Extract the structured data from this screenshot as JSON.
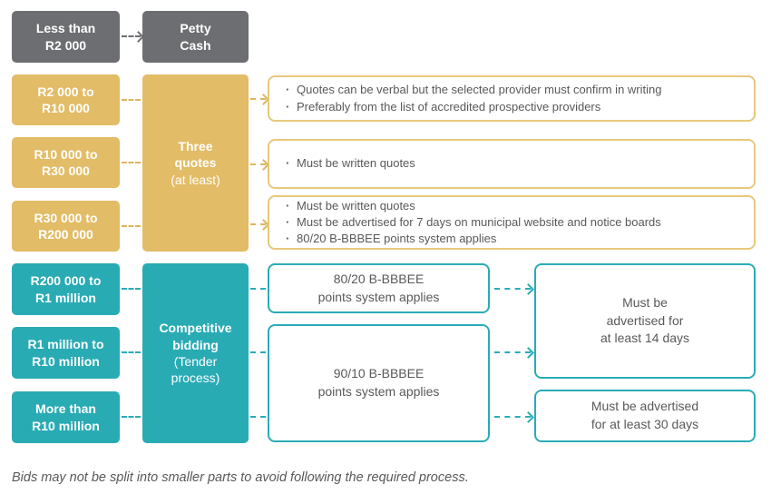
{
  "colors": {
    "gray": "#6d6e71",
    "gold": "#e2bc66",
    "gold_border": "#e8c87c",
    "teal": "#29abb4",
    "note_text": "#58595b",
    "white": "#ffffff"
  },
  "top": {
    "range": "Less than\nR2 000",
    "process": "Petty\nCash"
  },
  "quotes": {
    "ranges": [
      {
        "label": "R2 000 to\nR10 000"
      },
      {
        "label": "R10 000 to\nR30 000"
      },
      {
        "label": "R30 000 to\nR200 000"
      }
    ],
    "process_title": "Three\nquotes",
    "process_subtitle": "(at least)",
    "notes": [
      {
        "bullets": [
          "Quotes can be verbal but the selected provider must confirm in writing",
          "Preferably from the list of accredited prospective providers"
        ]
      },
      {
        "bullets": [
          "Must be written quotes"
        ]
      },
      {
        "bullets": [
          "Must be written quotes",
          "Must be advertised for 7 days on municipal website and notice boards",
          "80/20 B-BBBEE points system applies"
        ]
      }
    ]
  },
  "bidding": {
    "ranges": [
      {
        "label": "R200 000 to\nR1 million"
      },
      {
        "label": "R1 million to\nR10 million"
      },
      {
        "label": "More than\nR10 million"
      }
    ],
    "process_title": "Competitive\nbidding",
    "process_subtitle": "(Tender\nprocess)",
    "points": [
      {
        "label": "80/20 B-BBBEE\npoints system applies"
      },
      {
        "label": "90/10 B-BBBEE\npoints system applies"
      }
    ],
    "advertising": [
      {
        "label": "Must be\nadvertised for\nat least 14 days"
      },
      {
        "label": "Must be advertised\nfor at least 30 days"
      }
    ]
  },
  "footnote": "Bids may not be split into smaller parts to avoid following the required process."
}
